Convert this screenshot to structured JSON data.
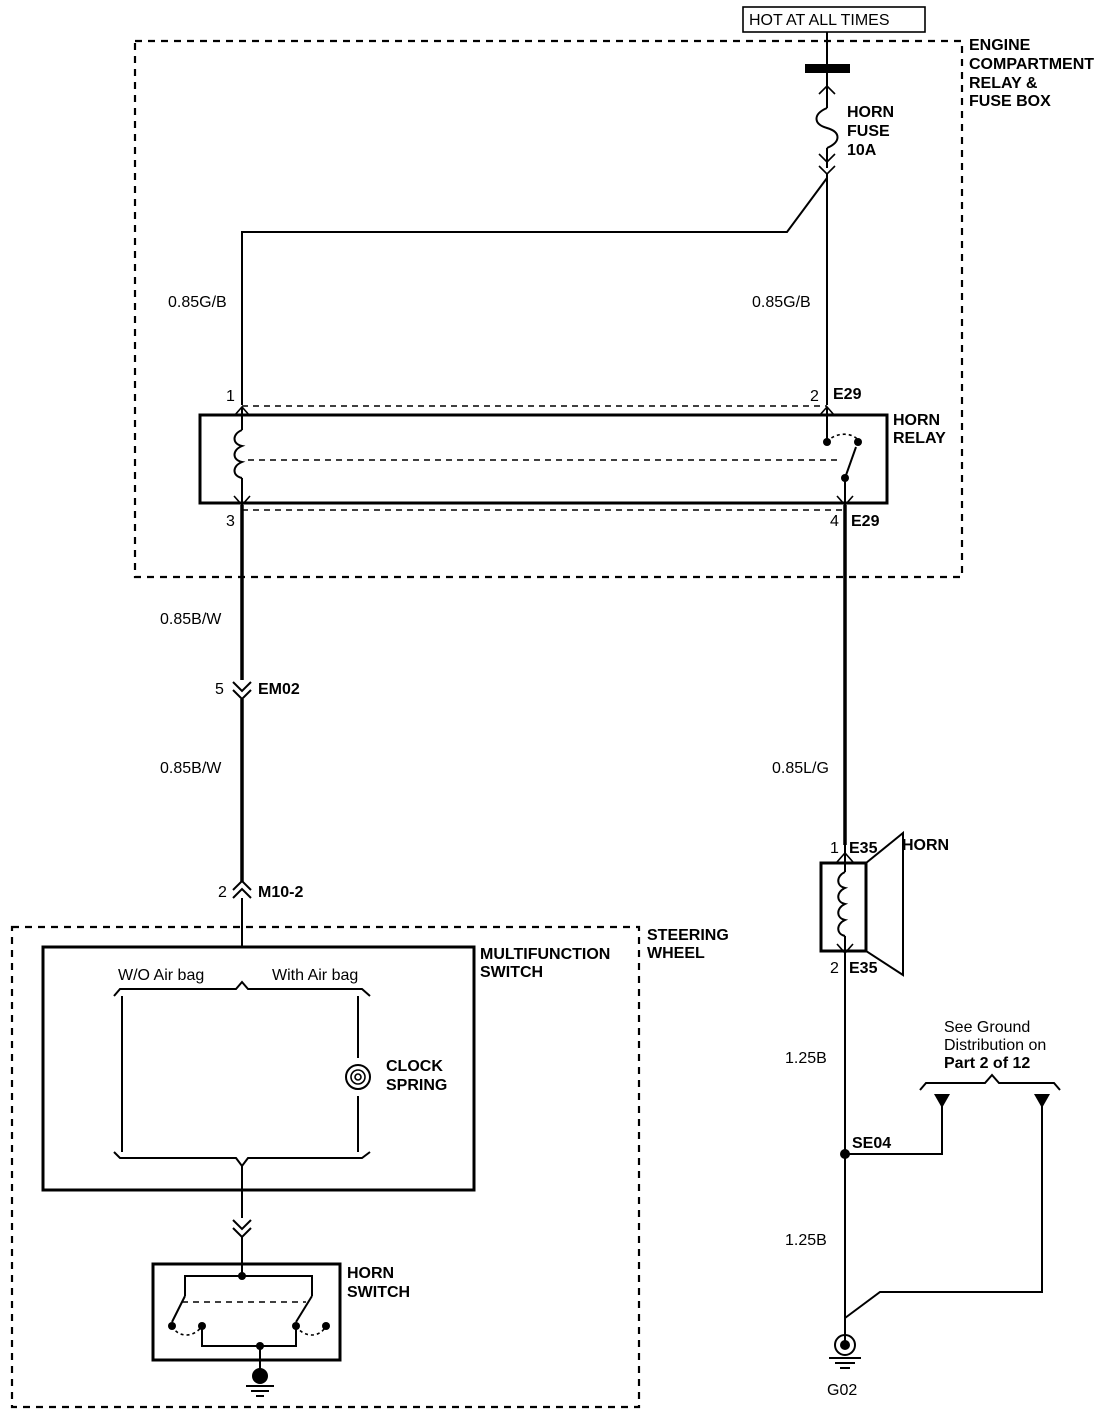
{
  "power": {
    "source_label": "HOT AT ALL TIMES"
  },
  "engine_box": {
    "label_line1": "ENGINE",
    "label_line2": "COMPARTMENT",
    "label_line3": "RELAY &",
    "label_line4": "FUSE BOX"
  },
  "fuse": {
    "line1": "HORN",
    "line2": "FUSE",
    "line3": "10A"
  },
  "relay": {
    "line1": "HORN",
    "line2": "RELAY",
    "connector": "E29",
    "pin1": "1",
    "pin2": "2",
    "pin3": "3",
    "pin4": "4"
  },
  "wires": {
    "left_top": "0.85G/B",
    "right_top": "0.85G/B",
    "left_mid1": "0.85B/W",
    "left_mid2": "0.85B/W",
    "right_mid": "0.85L/G",
    "ground_upper": "1.25B",
    "ground_lower": "1.25B"
  },
  "connectors": {
    "em02": {
      "pin": "5",
      "name": "EM02"
    },
    "m10_2": {
      "pin": "2",
      "name": "M10-2"
    },
    "e35_top": {
      "pin": "1",
      "name": "E35"
    },
    "e35_bottom": {
      "pin": "2",
      "name": "E35"
    }
  },
  "horn": {
    "label": "HORN"
  },
  "steering_wheel": {
    "line1": "STEERING",
    "line2": "WHEEL"
  },
  "multifunction_switch": {
    "line1": "MULTIFUNCTION",
    "line2": "SWITCH",
    "wo_airbag": "W/O Air bag",
    "with_airbag": "With Air bag"
  },
  "clock_spring": {
    "line1": "CLOCK",
    "line2": "SPRING"
  },
  "horn_switch": {
    "line1": "HORN",
    "line2": "SWITCH"
  },
  "ground_note": {
    "line1": "See Ground",
    "line2": "Distribution on",
    "line3": "Part 2 of 12"
  },
  "splice": {
    "name": "SE04"
  },
  "ground": {
    "name": "G02"
  }
}
